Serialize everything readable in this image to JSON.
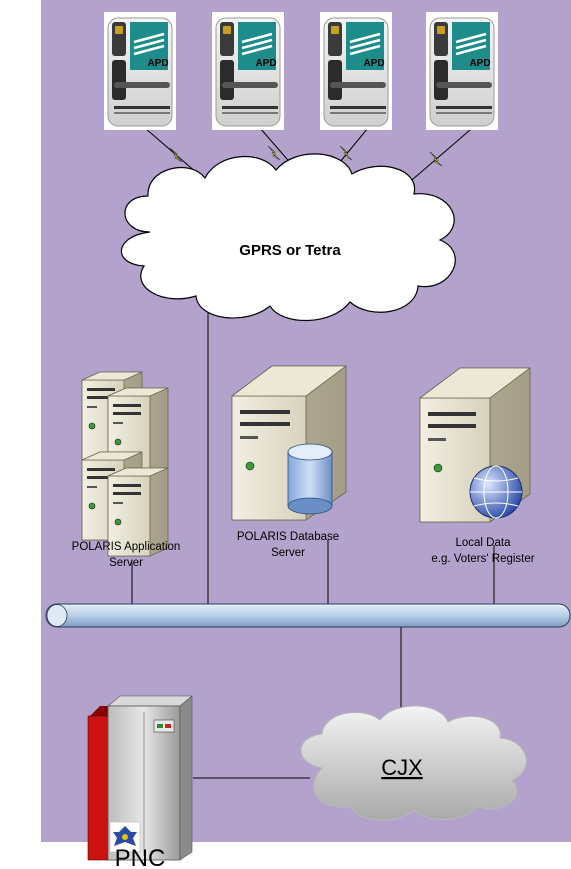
{
  "diagram": {
    "network_label": "GPRS or Tetra",
    "devices": [
      {
        "brand": "APD"
      },
      {
        "brand": "APD"
      },
      {
        "brand": "APD"
      },
      {
        "brand": "APD"
      }
    ],
    "servers": {
      "app_line1": "POLARIS Application",
      "app_line2": "Server",
      "db_line1": "POLARIS Database",
      "db_line2": "Server",
      "local_line1": "Local Data",
      "local_line2": "e.g. Voters' Register"
    },
    "cjx_label": "CJX",
    "pnc_label": "PNC"
  },
  "colors": {
    "background": "#b3a3cc",
    "bus": "#c5d9f1",
    "pnc_red": "#cc1111",
    "device_teal": "#1f8c8c"
  }
}
